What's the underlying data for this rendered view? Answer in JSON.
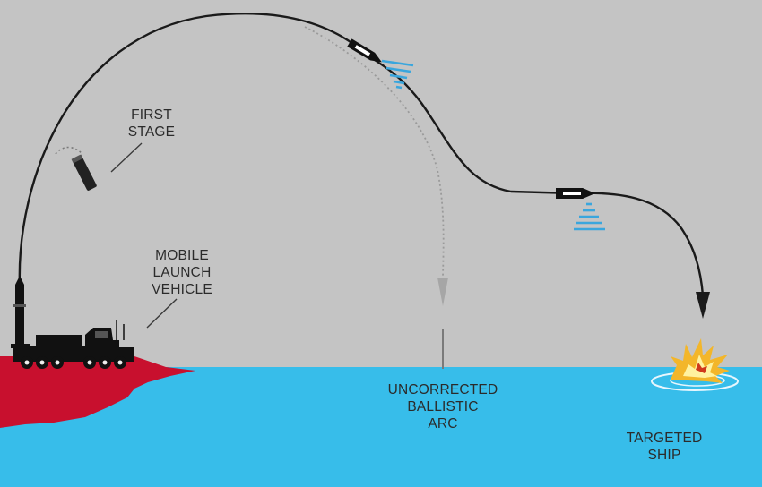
{
  "labels": {
    "first_stage": [
      "FIRST",
      "STAGE"
    ],
    "mobile_launch_vehicle": [
      "MOBILE",
      "LAUNCH",
      "VEHICLE"
    ],
    "uncorrected_ballistic_arc": [
      "UNCORRECTED",
      "BALLISTIC",
      "ARC"
    ],
    "targeted_ship": [
      "TARGETED",
      "SHIP"
    ]
  },
  "colors": {
    "sky": "#c4c4c4",
    "sea": "#37bdea",
    "land": "#c8102e",
    "trajectory": "#1a1a1a",
    "dotted_arc": "#9a9a9a",
    "radar_waves": "#3aa6dd",
    "explosion_outer": "#f3b62a",
    "explosion_inner": "#fff2a0"
  },
  "icons": [
    "launcher-truck-icon",
    "missile-icon",
    "first-stage-icon",
    "warhead-icon",
    "radar-waves-icon",
    "explosion-icon",
    "arrowhead-icon"
  ]
}
